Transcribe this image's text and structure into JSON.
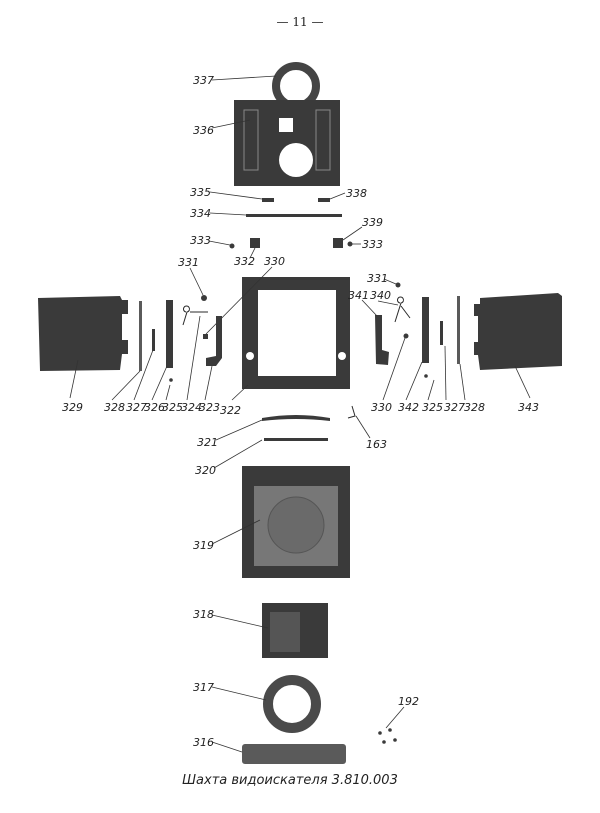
{
  "page_number": "— 11 —",
  "caption": "Шахта видоискателя   3.810.003",
  "labels": {
    "p337": "337",
    "p336": "336",
    "p335": "335",
    "p338": "338",
    "p334": "334",
    "p333a": "333",
    "p332": "332",
    "p330a": "330",
    "p339": "339",
    "p333b": "333",
    "p331a": "331",
    "p331b": "331",
    "p341": "341",
    "p340": "340",
    "p329": "329",
    "p328a": "328",
    "p327a": "327",
    "p326": "326",
    "p325a": "325",
    "p324": "324",
    "p323": "323",
    "p322": "322",
    "p330b": "330",
    "p342": "342",
    "p325b": "325",
    "p327b": "327",
    "p328b": "328",
    "p343": "343",
    "p321": "321",
    "p163": "163",
    "p320": "320",
    "p319": "319",
    "p318": "318",
    "p317": "317",
    "p316": "316",
    "p192": "192"
  }
}
